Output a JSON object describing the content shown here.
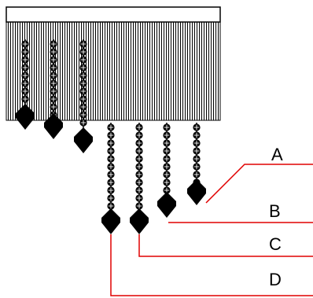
{
  "diagram": {
    "labels": [
      "A",
      "B",
      "C",
      "D"
    ],
    "colors": {
      "ink": "#000000",
      "leader": "#e00000",
      "background": "#ffffff"
    },
    "strands": {
      "inner": 3,
      "outer": 4
    }
  }
}
